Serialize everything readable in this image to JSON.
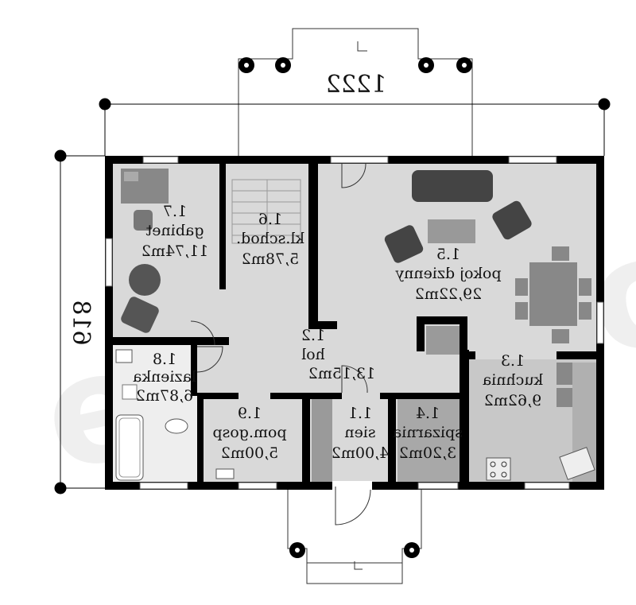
{
  "watermark": "extradom",
  "dimensions": {
    "width": "1222",
    "height": "618"
  },
  "rooms": [
    {
      "id": "1.1",
      "name": "sien",
      "area": "4,00m2"
    },
    {
      "id": "1.2",
      "name": "hol",
      "area": "13,15m2"
    },
    {
      "id": "1.3",
      "name": "kuchnia",
      "area": "9,62m2"
    },
    {
      "id": "1.4",
      "name": "spizarnia",
      "area": "3,20m2"
    },
    {
      "id": "1.5",
      "name": "pokoj dzienny",
      "area": "29,22m2"
    },
    {
      "id": "1.6",
      "name": "kl.schod.",
      "area": "5,78m2"
    },
    {
      "id": "1.7",
      "name": "gabinet",
      "area": "11,74m2"
    },
    {
      "id": "1.8",
      "name": "lazienka",
      "area": "6,87m2"
    },
    {
      "id": "1.9",
      "name": "pom.gosp",
      "area": "5,00m2"
    }
  ],
  "colors": {
    "wall": "#000000",
    "floor": "#d6d6d6",
    "dark_floor": "#a8a8a8",
    "furniture": "#444444"
  }
}
